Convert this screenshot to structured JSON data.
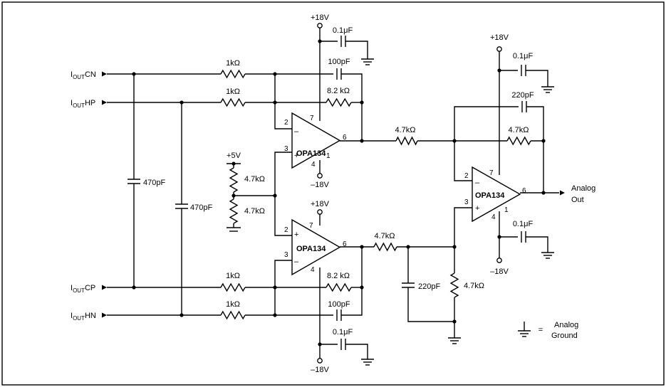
{
  "inputs": {
    "cn": {
      "pre": "I",
      "sub": "OUT",
      "post": "CN"
    },
    "hp": {
      "pre": "I",
      "sub": "OUT",
      "post": "HP"
    },
    "cp": {
      "pre": "I",
      "sub": "OUT",
      "post": "CP"
    },
    "hn": {
      "pre": "I",
      "sub": "OUT",
      "post": "HN"
    }
  },
  "amp_label": "OPA134",
  "components": {
    "r_in": "1kΩ",
    "r_fb": "8.2 kΩ",
    "c_fb": "100pF",
    "c_bypass": "0.1μF",
    "c_shunt": "470pF",
    "r_bias": "4.7kΩ",
    "r_diff": "4.7kΩ",
    "c_diff": "220pF"
  },
  "rails": {
    "pos": "+18V",
    "neg": "–18V",
    "bias": "+5V"
  },
  "pins": {
    "p1": "1",
    "p2": "2",
    "p3": "3",
    "p4": "4",
    "p6": "6",
    "p7": "7"
  },
  "polarity": {
    "minus": "–",
    "plus": "+"
  },
  "output": {
    "line1": "Analog",
    "line2": "Out"
  },
  "legend": {
    "eq": "=",
    "line1": "Analog",
    "line2": "Ground"
  }
}
